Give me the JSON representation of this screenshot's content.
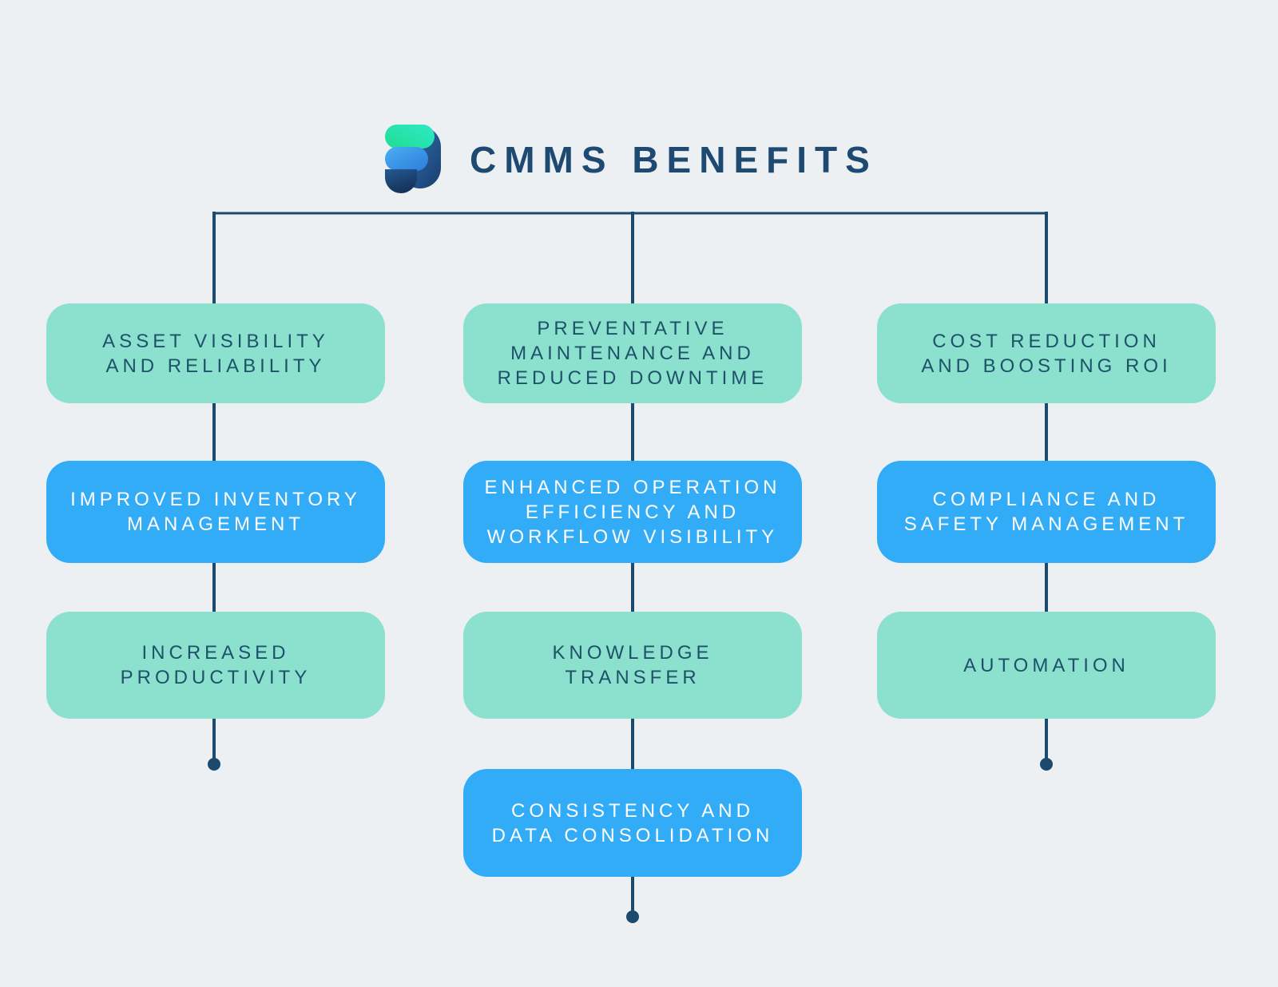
{
  "title": "CMMS BENEFITS",
  "logo": {
    "icon": "p-logo-icon",
    "colors": {
      "green_start": "#1FDE92",
      "green_end": "#2FE8C6",
      "bowl_start": "#3273B8",
      "bowl_end": "#1A3E6D",
      "blue_start": "#4AAEF3",
      "blue_end": "#2E7CD9",
      "stem_start": "#235A92",
      "stem_end": "#15325A"
    }
  },
  "colors": {
    "background": "#ECF0F3",
    "teal_box": "#8BE0CE",
    "blue_box": "#33ACF7",
    "connector": "#1C4A6E",
    "title_color": "#1E4A72",
    "teal_box_text": "#1D5269",
    "blue_box_text": "#FFFFFF"
  },
  "columns": [
    {
      "id": "left",
      "boxes": [
        {
          "label": "ASSET VISIBILITY\nAND RELIABILITY",
          "variant": "teal"
        },
        {
          "label": "IMPROVED INVENTORY\nMANAGEMENT",
          "variant": "blue"
        },
        {
          "label": "INCREASED\nPRODUCTIVITY",
          "variant": "teal"
        }
      ]
    },
    {
      "id": "center",
      "boxes": [
        {
          "label": "PREVENTATIVE\nMAINTENANCE AND\nREDUCED DOWNTIME",
          "variant": "teal"
        },
        {
          "label": "ENHANCED OPERATION\nEFFICIENCY AND\nWORKFLOW VISIBILITY",
          "variant": "blue"
        },
        {
          "label": "KNOWLEDGE\nTRANSFER",
          "variant": "teal"
        },
        {
          "label": "CONSISTENCY AND\nDATA CONSOLIDATION",
          "variant": "blue"
        }
      ]
    },
    {
      "id": "right",
      "boxes": [
        {
          "label": "COST REDUCTION\nAND BOOSTING ROI",
          "variant": "teal"
        },
        {
          "label": "COMPLIANCE AND\nSAFETY MANAGEMENT",
          "variant": "blue"
        },
        {
          "label": "AUTOMATION",
          "variant": "teal"
        }
      ]
    }
  ]
}
